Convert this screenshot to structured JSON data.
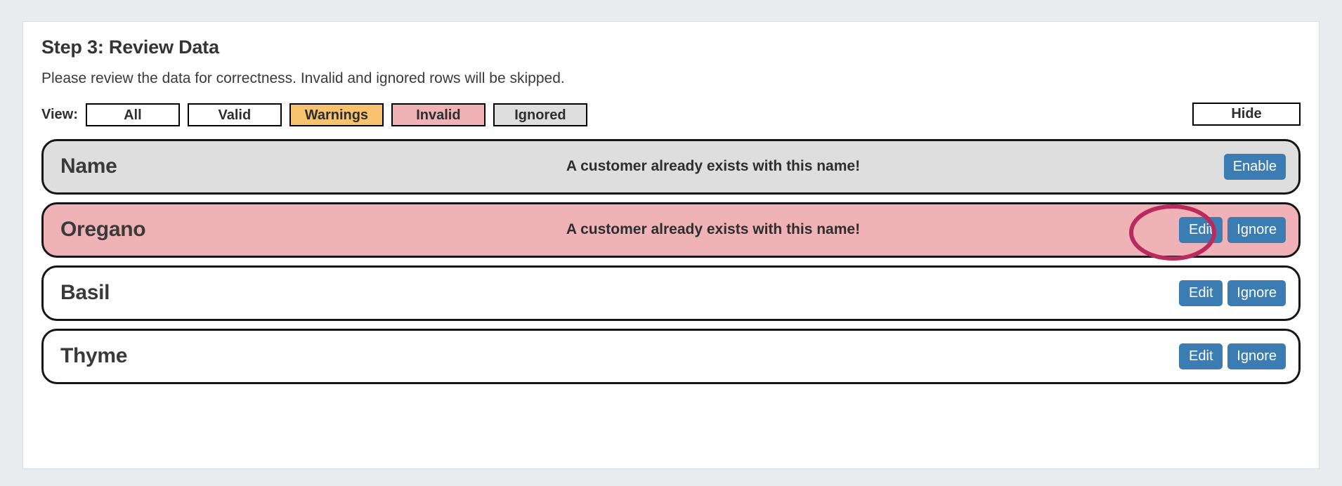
{
  "page": {
    "background_color": "#e9edf0",
    "title": "Step 3: Review Data",
    "subtitle": "Please review the data for correctness. Invalid and ignored rows will be skipped."
  },
  "view_bar": {
    "label": "View:",
    "filters": [
      {
        "label": "All",
        "state": "default",
        "color": "#ffffff"
      },
      {
        "label": "Valid",
        "state": "default",
        "color": "#ffffff"
      },
      {
        "label": "Warnings",
        "state": "warnings",
        "color": "#f9c26f"
      },
      {
        "label": "Invalid",
        "state": "invalid",
        "color": "#eeb2b7"
      },
      {
        "label": "Ignored",
        "state": "ignored",
        "color": "#dedede"
      }
    ],
    "hide_label": "Hide"
  },
  "rows": [
    {
      "name": "Name",
      "message": "A customer already exists with this name!",
      "status": "ignored",
      "background_color": "#dedede",
      "actions": [
        {
          "label": "Enable",
          "color": "#3b7cb3"
        }
      ]
    },
    {
      "name": "Oregano",
      "message": "A customer already exists with this name!",
      "status": "invalid",
      "background_color": "#eeb2b7",
      "actions": [
        {
          "label": "Edit",
          "color": "#3b7cb3"
        },
        {
          "label": "Ignore",
          "color": "#3b7cb3"
        }
      ],
      "annotated_action": "Edit"
    },
    {
      "name": "Basil",
      "message": "",
      "status": "valid",
      "background_color": "#ffffff",
      "actions": [
        {
          "label": "Edit",
          "color": "#3b7cb3"
        },
        {
          "label": "Ignore",
          "color": "#3b7cb3"
        }
      ]
    },
    {
      "name": "Thyme",
      "message": "",
      "status": "valid",
      "background_color": "#ffffff",
      "actions": [
        {
          "label": "Edit",
          "color": "#3b7cb3"
        },
        {
          "label": "Ignore",
          "color": "#3b7cb3"
        }
      ]
    }
  ],
  "annotation": {
    "shape": "ellipse",
    "color": "#b92a5d",
    "stroke_width": 6,
    "target": "edit-button-row-oregano"
  }
}
